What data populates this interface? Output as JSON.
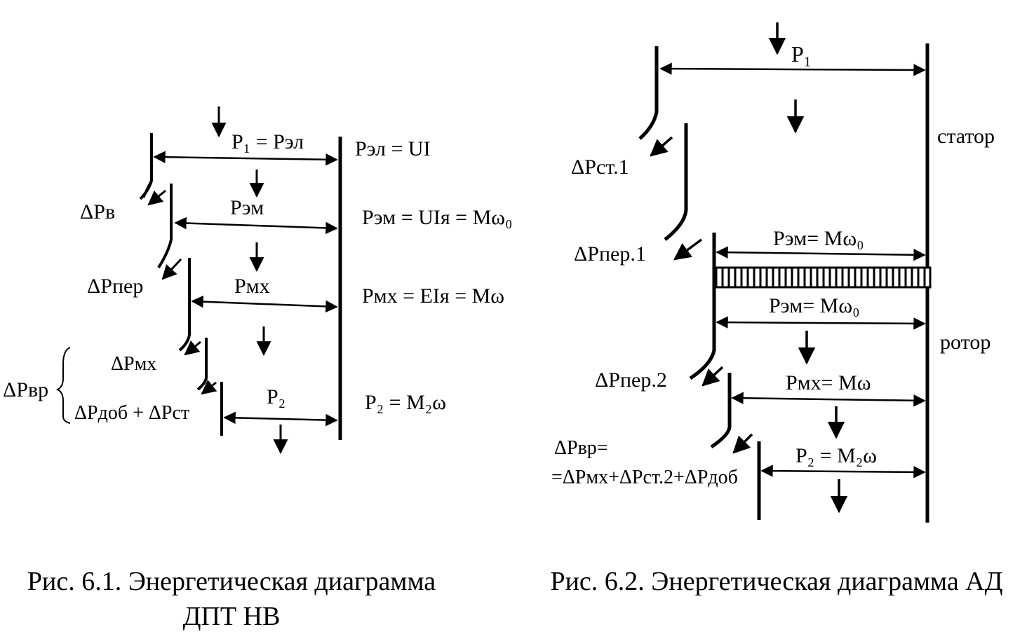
{
  "fig1": {
    "caption_line1": "Рис. 6.1. Энергетическая диаграмма",
    "caption_line2": "ДПТ НВ",
    "flows": {
      "p1": "P₁ = Pэл",
      "pem": "Pэм",
      "pmx": "Pмх",
      "p2": "P₂"
    },
    "losses": {
      "dpv": "ΔPв",
      "dpper": "ΔPпер",
      "dpmx": "ΔPмх",
      "dpdob": "ΔPдоб + ΔPст",
      "dpvr": "ΔPвр"
    },
    "formulas": {
      "pel": "Pэл = UI",
      "pem": "Pэм = UIя = Mω₀",
      "pmx": "Pмх = EIя = Mω",
      "p2": "P₂ = M₂ω"
    }
  },
  "fig2": {
    "caption": "Рис. 6.2. Энергетическая диаграмма АД",
    "flows": {
      "p1": "P₁",
      "pem_top": "Pэм= Mω₀",
      "pem_bottom": "Pэм= Mω₀",
      "pmx": "Pмх= Mω",
      "p2": "P₂ = M₂ω"
    },
    "losses": {
      "dpst1": "ΔPст.1",
      "dpper1": "ΔPпер.1",
      "dpper2": "ΔPпер.2",
      "dpvr_line1": "ΔPвр=",
      "dpvr_line2": "=ΔPмх+ΔPст.2+ΔPдоб"
    },
    "zones": {
      "stator": "статор",
      "rotor": "ротор"
    }
  }
}
